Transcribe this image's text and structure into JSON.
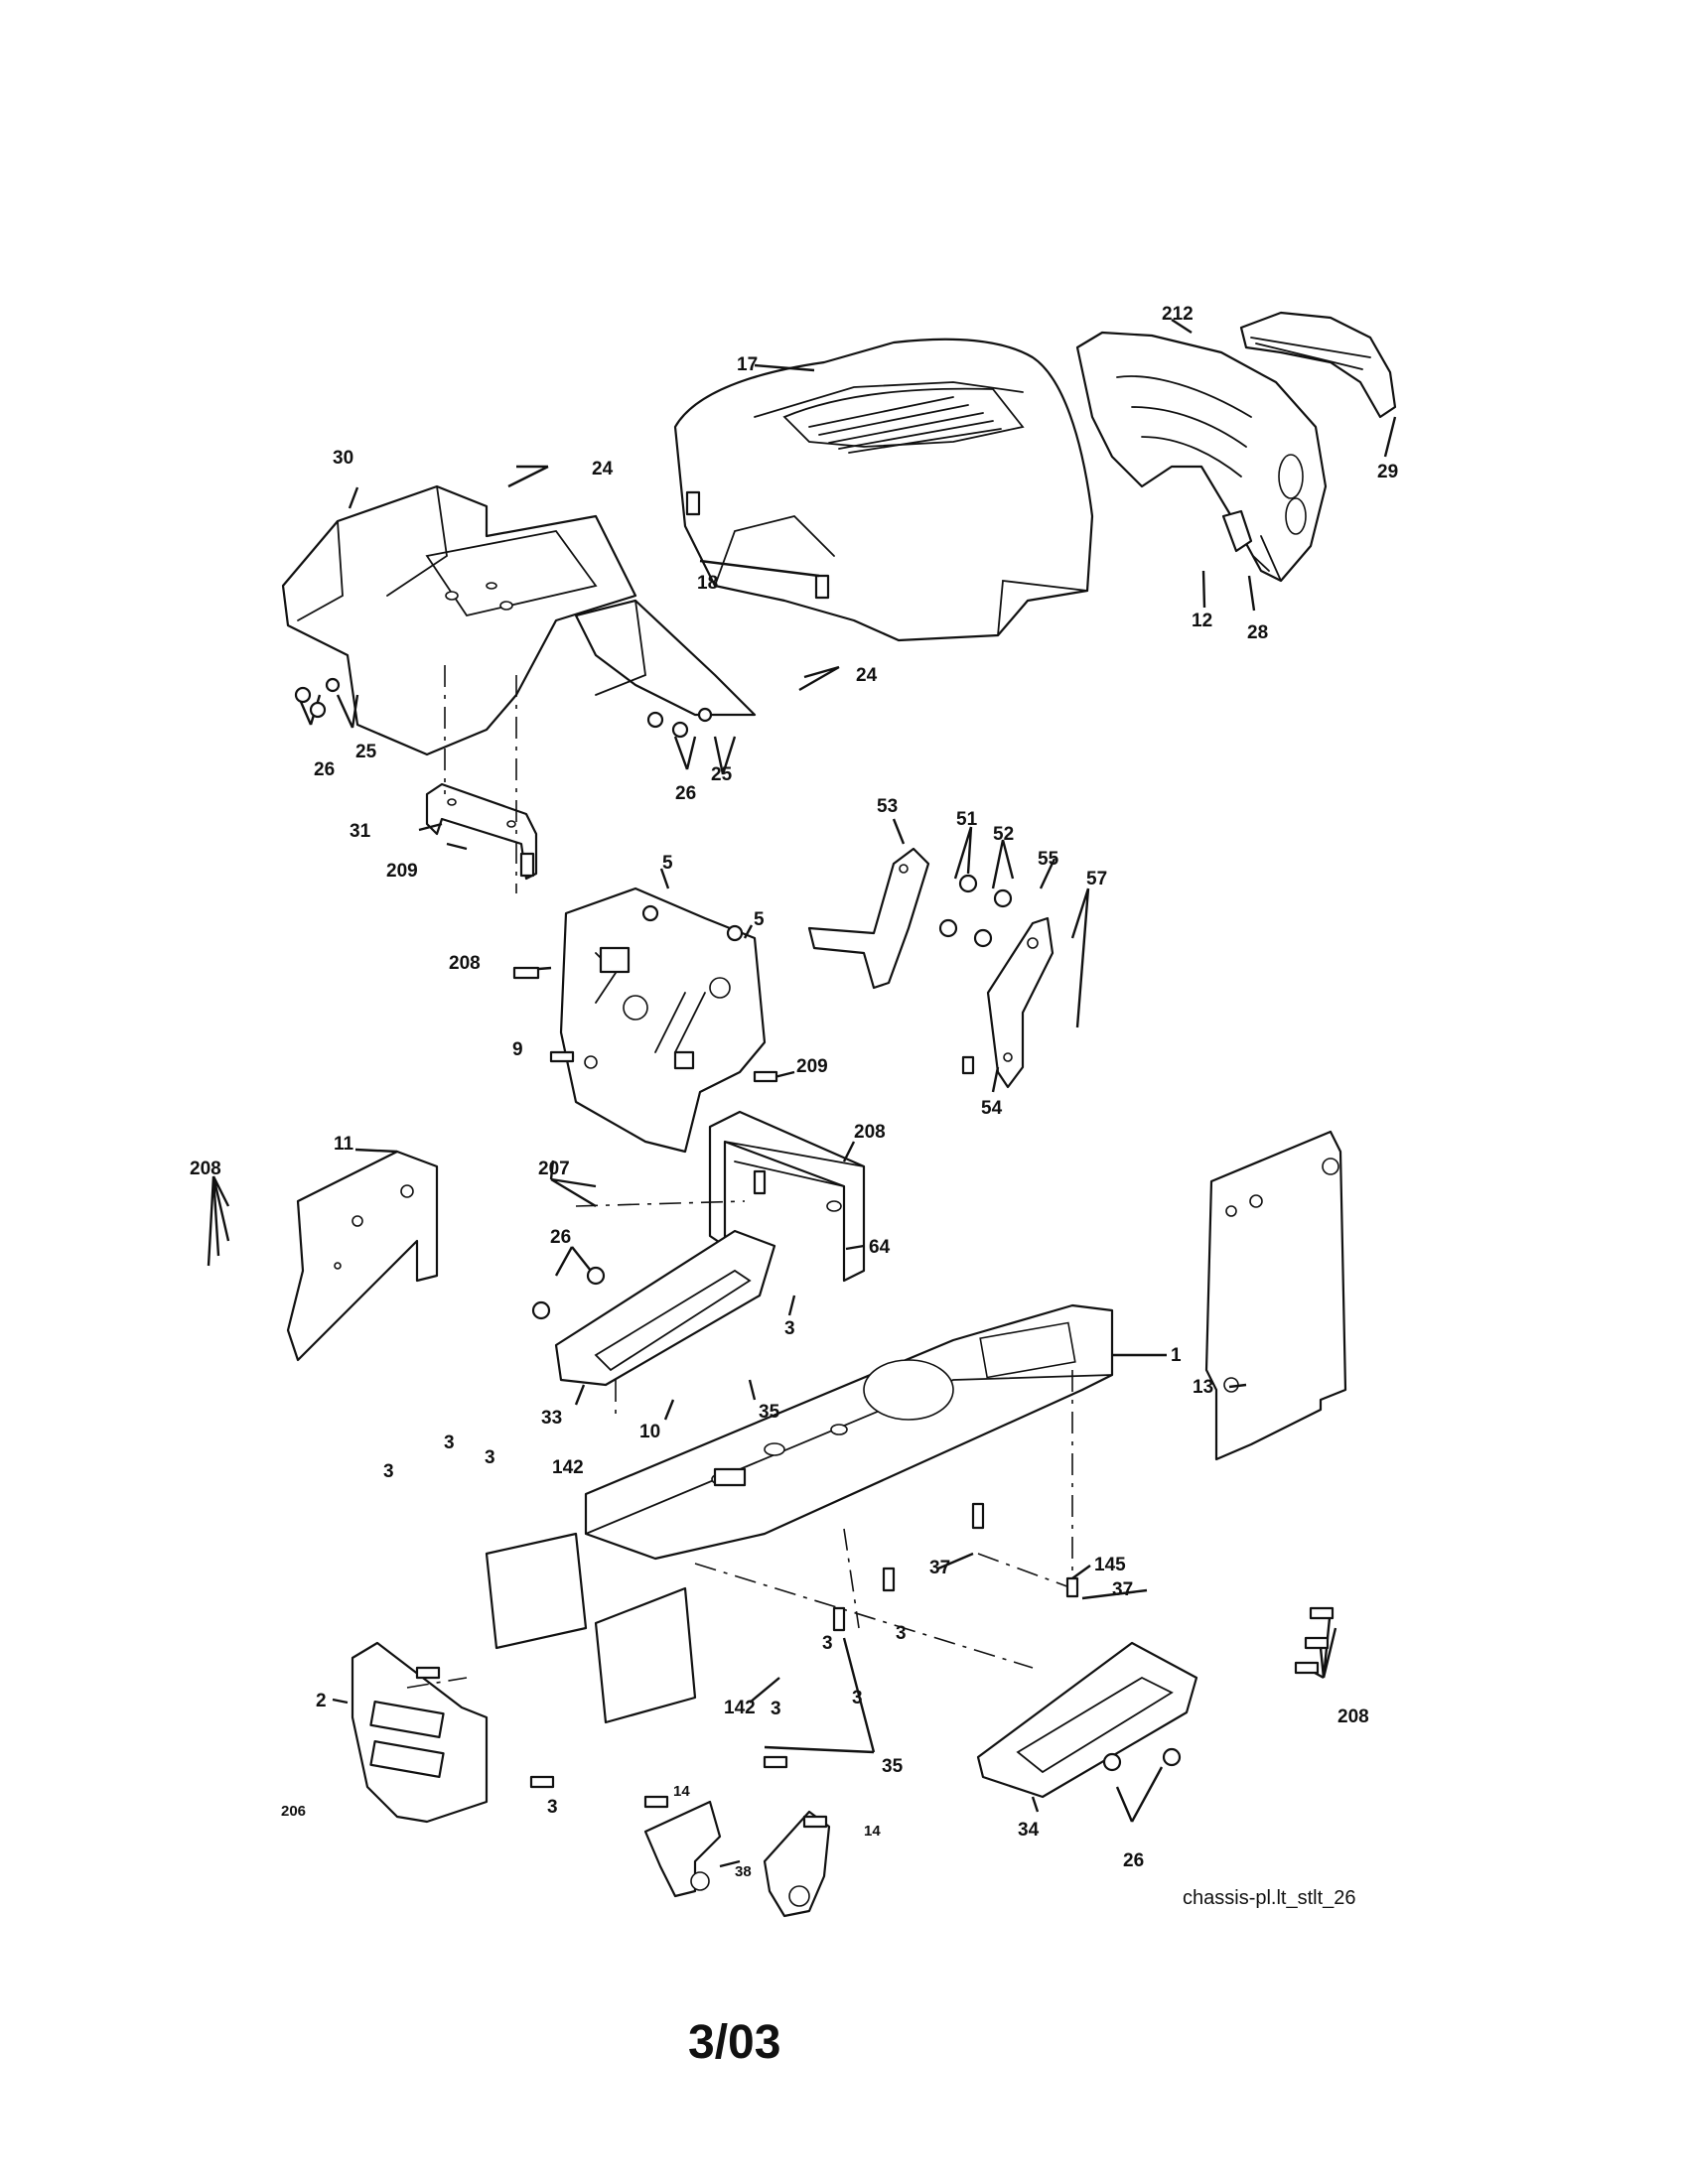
{
  "diagram": {
    "caption": "chassis-pl.lt_stlt_26",
    "date": "3/03",
    "callouts": [
      {
        "id": "c-212",
        "label": "212"
      },
      {
        "id": "c-17",
        "label": "17"
      },
      {
        "id": "c-29",
        "label": "29"
      },
      {
        "id": "c-30",
        "label": "30"
      },
      {
        "id": "c-24a",
        "label": "24"
      },
      {
        "id": "c-18",
        "label": "18"
      },
      {
        "id": "c-12",
        "label": "12"
      },
      {
        "id": "c-28",
        "label": "28"
      },
      {
        "id": "c-24b",
        "label": "24"
      },
      {
        "id": "c-25a",
        "label": "25"
      },
      {
        "id": "c-26a",
        "label": "26"
      },
      {
        "id": "c-25b",
        "label": "25"
      },
      {
        "id": "c-26b",
        "label": "26"
      },
      {
        "id": "c-53",
        "label": "53"
      },
      {
        "id": "c-51",
        "label": "51"
      },
      {
        "id": "c-52",
        "label": "52"
      },
      {
        "id": "c-55",
        "label": "55"
      },
      {
        "id": "c-57",
        "label": "57"
      },
      {
        "id": "c-31",
        "label": "31"
      },
      {
        "id": "c-209a",
        "label": "209"
      },
      {
        "id": "c-5a",
        "label": "5"
      },
      {
        "id": "c-5b",
        "label": "5"
      },
      {
        "id": "c-208a",
        "label": "208"
      },
      {
        "id": "c-9",
        "label": "9"
      },
      {
        "id": "c-209b",
        "label": "209"
      },
      {
        "id": "c-54",
        "label": "54"
      },
      {
        "id": "c-208b",
        "label": "208"
      },
      {
        "id": "c-207",
        "label": "207"
      },
      {
        "id": "c-208c",
        "label": "208"
      },
      {
        "id": "c-11",
        "label": "11"
      },
      {
        "id": "c-26c",
        "label": "26"
      },
      {
        "id": "c-64",
        "label": "64"
      },
      {
        "id": "c-3a",
        "label": "3"
      },
      {
        "id": "c-35a",
        "label": "35"
      },
      {
        "id": "c-33",
        "label": "33"
      },
      {
        "id": "c-10",
        "label": "10"
      },
      {
        "id": "c-1",
        "label": "1"
      },
      {
        "id": "c-13",
        "label": "13"
      },
      {
        "id": "c-3b",
        "label": "3"
      },
      {
        "id": "c-3c",
        "label": "3"
      },
      {
        "id": "c-142a",
        "label": "142"
      },
      {
        "id": "c-3d",
        "label": "3"
      },
      {
        "id": "c-37a",
        "label": "37"
      },
      {
        "id": "c-145",
        "label": "145"
      },
      {
        "id": "c-37b",
        "label": "37"
      },
      {
        "id": "c-3e",
        "label": "3"
      },
      {
        "id": "c-3f",
        "label": "3"
      },
      {
        "id": "c-2",
        "label": "2"
      },
      {
        "id": "c-142b",
        "label": "142"
      },
      {
        "id": "c-3g",
        "label": "3"
      },
      {
        "id": "c-3h",
        "label": "3"
      },
      {
        "id": "c-208d",
        "label": "208"
      },
      {
        "id": "c-35b",
        "label": "35"
      },
      {
        "id": "c-206",
        "label": "206"
      },
      {
        "id": "c-3i",
        "label": "3"
      },
      {
        "id": "c-14a",
        "label": "14"
      },
      {
        "id": "c-14b",
        "label": "14"
      },
      {
        "id": "c-34",
        "label": "34"
      },
      {
        "id": "c-38",
        "label": "38"
      },
      {
        "id": "c-26d",
        "label": "26"
      }
    ]
  }
}
